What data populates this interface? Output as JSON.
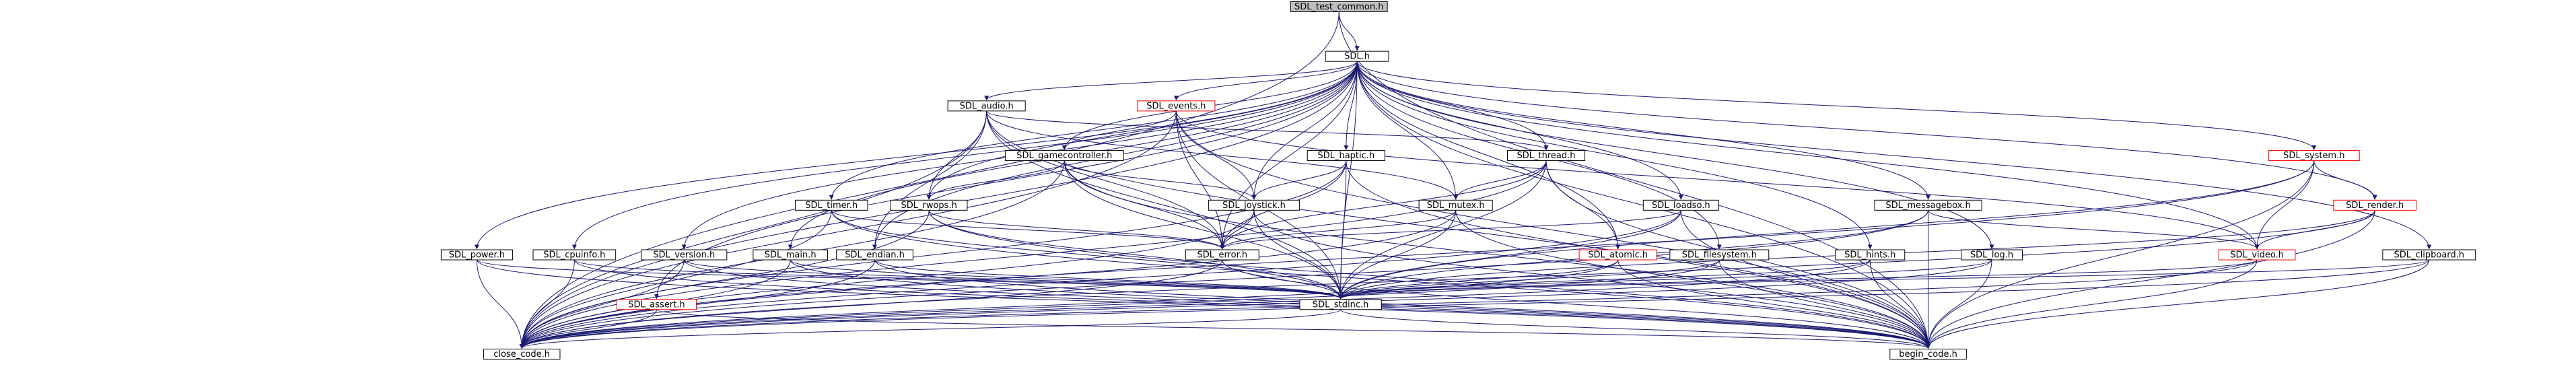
{
  "graph": {
    "root": "SDL_test_common.h",
    "colors": {
      "edge": "#191970",
      "node_border_default": "#000000",
      "node_border_red": "#ff0000",
      "root_fill": "#bfbfbf",
      "node_fill": "#ffffff",
      "text": "#000000"
    },
    "nodes": [
      {
        "id": "test_common",
        "label": "SDL_test_common.h",
        "style": "root"
      },
      {
        "id": "sdl",
        "label": "SDL.h",
        "style": "normal"
      },
      {
        "id": "audio",
        "label": "SDL_audio.h",
        "style": "normal"
      },
      {
        "id": "events",
        "label": "SDL_events.h",
        "style": "red"
      },
      {
        "id": "gamecontroller",
        "label": "SDL_gamecontroller.h",
        "style": "normal"
      },
      {
        "id": "haptic",
        "label": "SDL_haptic.h",
        "style": "normal"
      },
      {
        "id": "thread",
        "label": "SDL_thread.h",
        "style": "normal"
      },
      {
        "id": "system",
        "label": "SDL_system.h",
        "style": "red"
      },
      {
        "id": "timer",
        "label": "SDL_timer.h",
        "style": "normal"
      },
      {
        "id": "rwops",
        "label": "SDL_rwops.h",
        "style": "normal"
      },
      {
        "id": "joystick",
        "label": "SDL_joystick.h",
        "style": "normal"
      },
      {
        "id": "mutex",
        "label": "SDL_mutex.h",
        "style": "normal"
      },
      {
        "id": "loadso",
        "label": "SDL_loadso.h",
        "style": "normal"
      },
      {
        "id": "messagebox",
        "label": "SDL_messagebox.h",
        "style": "normal"
      },
      {
        "id": "render",
        "label": "SDL_render.h",
        "style": "red"
      },
      {
        "id": "power",
        "label": "SDL_power.h",
        "style": "normal"
      },
      {
        "id": "cpuinfo",
        "label": "SDL_cpuinfo.h",
        "style": "normal"
      },
      {
        "id": "version",
        "label": "SDL_version.h",
        "style": "normal"
      },
      {
        "id": "main",
        "label": "SDL_main.h",
        "style": "normal"
      },
      {
        "id": "endian",
        "label": "SDL_endian.h",
        "style": "normal"
      },
      {
        "id": "error",
        "label": "SDL_error.h",
        "style": "normal"
      },
      {
        "id": "atomic",
        "label": "SDL_atomic.h",
        "style": "red"
      },
      {
        "id": "filesystem",
        "label": "SDL_filesystem.h",
        "style": "normal"
      },
      {
        "id": "hints",
        "label": "SDL_hints.h",
        "style": "normal"
      },
      {
        "id": "log",
        "label": "SDL_log.h",
        "style": "normal"
      },
      {
        "id": "video",
        "label": "SDL_video.h",
        "style": "red"
      },
      {
        "id": "clipboard",
        "label": "SDL_clipboard.h",
        "style": "normal"
      },
      {
        "id": "assert",
        "label": "SDL_assert.h",
        "style": "red"
      },
      {
        "id": "stdinc",
        "label": "SDL_stdinc.h",
        "style": "normal"
      },
      {
        "id": "close",
        "label": "close_code.h",
        "style": "normal"
      },
      {
        "id": "begin",
        "label": "begin_code.h",
        "style": "normal"
      }
    ],
    "edges": [
      [
        "test_common",
        "sdl"
      ],
      [
        "test_common",
        "close"
      ],
      [
        "test_common",
        "begin"
      ],
      [
        "sdl",
        "audio"
      ],
      [
        "sdl",
        "events"
      ],
      [
        "sdl",
        "gamecontroller"
      ],
      [
        "sdl",
        "haptic"
      ],
      [
        "sdl",
        "thread"
      ],
      [
        "sdl",
        "system"
      ],
      [
        "sdl",
        "timer"
      ],
      [
        "sdl",
        "rwops"
      ],
      [
        "sdl",
        "joystick"
      ],
      [
        "sdl",
        "mutex"
      ],
      [
        "sdl",
        "loadso"
      ],
      [
        "sdl",
        "messagebox"
      ],
      [
        "sdl",
        "render"
      ],
      [
        "sdl",
        "power"
      ],
      [
        "sdl",
        "cpuinfo"
      ],
      [
        "sdl",
        "version"
      ],
      [
        "sdl",
        "main"
      ],
      [
        "sdl",
        "endian"
      ],
      [
        "sdl",
        "error"
      ],
      [
        "sdl",
        "atomic"
      ],
      [
        "sdl",
        "filesystem"
      ],
      [
        "sdl",
        "hints"
      ],
      [
        "sdl",
        "log"
      ],
      [
        "sdl",
        "video"
      ],
      [
        "sdl",
        "clipboard"
      ],
      [
        "sdl",
        "assert"
      ],
      [
        "sdl",
        "stdinc"
      ],
      [
        "sdl",
        "close"
      ],
      [
        "sdl",
        "begin"
      ],
      [
        "audio",
        "rwops"
      ],
      [
        "audio",
        "endian"
      ],
      [
        "audio",
        "mutex"
      ],
      [
        "audio",
        "thread"
      ],
      [
        "audio",
        "error"
      ],
      [
        "audio",
        "stdinc"
      ],
      [
        "audio",
        "close"
      ],
      [
        "audio",
        "begin"
      ],
      [
        "events",
        "gamecontroller"
      ],
      [
        "events",
        "joystick"
      ],
      [
        "events",
        "video"
      ],
      [
        "events",
        "error"
      ],
      [
        "events",
        "stdinc"
      ],
      [
        "events",
        "close"
      ],
      [
        "events",
        "begin"
      ],
      [
        "gamecontroller",
        "rwops"
      ],
      [
        "gamecontroller",
        "joystick"
      ],
      [
        "gamecontroller",
        "error"
      ],
      [
        "gamecontroller",
        "stdinc"
      ],
      [
        "gamecontroller",
        "close"
      ],
      [
        "gamecontroller",
        "begin"
      ],
      [
        "haptic",
        "joystick"
      ],
      [
        "haptic",
        "error"
      ],
      [
        "haptic",
        "stdinc"
      ],
      [
        "haptic",
        "close"
      ],
      [
        "haptic",
        "begin"
      ],
      [
        "thread",
        "mutex"
      ],
      [
        "thread",
        "atomic"
      ],
      [
        "thread",
        "error"
      ],
      [
        "thread",
        "stdinc"
      ],
      [
        "thread",
        "close"
      ],
      [
        "thread",
        "begin"
      ],
      [
        "system",
        "render"
      ],
      [
        "system",
        "video"
      ],
      [
        "system",
        "stdinc"
      ],
      [
        "system",
        "close"
      ],
      [
        "system",
        "begin"
      ],
      [
        "timer",
        "stdinc"
      ],
      [
        "timer",
        "error"
      ],
      [
        "timer",
        "close"
      ],
      [
        "timer",
        "begin"
      ],
      [
        "rwops",
        "error"
      ],
      [
        "rwops",
        "stdinc"
      ],
      [
        "rwops",
        "close"
      ],
      [
        "rwops",
        "begin"
      ],
      [
        "joystick",
        "error"
      ],
      [
        "joystick",
        "stdinc"
      ],
      [
        "joystick",
        "close"
      ],
      [
        "joystick",
        "begin"
      ],
      [
        "mutex",
        "error"
      ],
      [
        "mutex",
        "stdinc"
      ],
      [
        "mutex",
        "close"
      ],
      [
        "mutex",
        "begin"
      ],
      [
        "loadso",
        "error"
      ],
      [
        "loadso",
        "stdinc"
      ],
      [
        "loadso",
        "close"
      ],
      [
        "loadso",
        "begin"
      ],
      [
        "messagebox",
        "video"
      ],
      [
        "messagebox",
        "stdinc"
      ],
      [
        "messagebox",
        "close"
      ],
      [
        "messagebox",
        "begin"
      ],
      [
        "render",
        "video"
      ],
      [
        "render",
        "stdinc"
      ],
      [
        "render",
        "close"
      ],
      [
        "render",
        "begin"
      ],
      [
        "power",
        "stdinc"
      ],
      [
        "power",
        "close"
      ],
      [
        "power",
        "begin"
      ],
      [
        "cpuinfo",
        "stdinc"
      ],
      [
        "cpuinfo",
        "close"
      ],
      [
        "cpuinfo",
        "begin"
      ],
      [
        "version",
        "stdinc"
      ],
      [
        "version",
        "close"
      ],
      [
        "version",
        "begin"
      ],
      [
        "main",
        "stdinc"
      ],
      [
        "main",
        "close"
      ],
      [
        "main",
        "begin"
      ],
      [
        "endian",
        "stdinc"
      ],
      [
        "endian",
        "close"
      ],
      [
        "endian",
        "begin"
      ],
      [
        "error",
        "stdinc"
      ],
      [
        "error",
        "close"
      ],
      [
        "error",
        "begin"
      ],
      [
        "atomic",
        "stdinc"
      ],
      [
        "atomic",
        "close"
      ],
      [
        "atomic",
        "begin"
      ],
      [
        "filesystem",
        "stdinc"
      ],
      [
        "filesystem",
        "close"
      ],
      [
        "filesystem",
        "begin"
      ],
      [
        "hints",
        "stdinc"
      ],
      [
        "hints",
        "close"
      ],
      [
        "hints",
        "begin"
      ],
      [
        "log",
        "stdinc"
      ],
      [
        "log",
        "close"
      ],
      [
        "log",
        "begin"
      ],
      [
        "video",
        "stdinc"
      ],
      [
        "video",
        "close"
      ],
      [
        "video",
        "begin"
      ],
      [
        "clipboard",
        "stdinc"
      ],
      [
        "clipboard",
        "close"
      ],
      [
        "clipboard",
        "begin"
      ],
      [
        "assert",
        "close"
      ],
      [
        "assert",
        "begin"
      ],
      [
        "stdinc",
        "close"
      ],
      [
        "stdinc",
        "begin"
      ]
    ]
  }
}
